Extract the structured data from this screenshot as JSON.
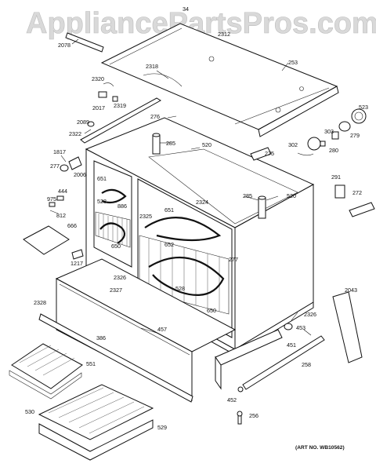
{
  "watermark": "AppliancePartsPros.com",
  "art_number": "(ART NO. WB10562)",
  "callouts": [
    {
      "key": "p2078",
      "text": "2078"
    },
    {
      "key": "p2312",
      "text": "2312"
    },
    {
      "key": "p34",
      "text": "34"
    },
    {
      "key": "p253",
      "text": "253"
    },
    {
      "key": "p2318",
      "text": "2318"
    },
    {
      "key": "p2320",
      "text": "2320"
    },
    {
      "key": "p2017",
      "text": "2017"
    },
    {
      "key": "p2319",
      "text": "2319"
    },
    {
      "key": "p276",
      "text": "276"
    },
    {
      "key": "p2089",
      "text": "2089"
    },
    {
      "key": "p2322",
      "text": "2322"
    },
    {
      "key": "p285a",
      "text": "285"
    },
    {
      "key": "p520a",
      "text": "520"
    },
    {
      "key": "p523",
      "text": "523"
    },
    {
      "key": "p303",
      "text": "303"
    },
    {
      "key": "p279",
      "text": "279"
    },
    {
      "key": "p302",
      "text": "302"
    },
    {
      "key": "p280",
      "text": "280"
    },
    {
      "key": "p275",
      "text": "275"
    },
    {
      "key": "p1817",
      "text": "1817"
    },
    {
      "key": "p277a",
      "text": "277"
    },
    {
      "key": "p2006",
      "text": "2006"
    },
    {
      "key": "p651a",
      "text": "651"
    },
    {
      "key": "p2324",
      "text": "2324"
    },
    {
      "key": "p285b",
      "text": "285"
    },
    {
      "key": "p520b",
      "text": "520"
    },
    {
      "key": "p291",
      "text": "291"
    },
    {
      "key": "p272",
      "text": "272"
    },
    {
      "key": "p444",
      "text": "444"
    },
    {
      "key": "p975",
      "text": "975"
    },
    {
      "key": "p812",
      "text": "812"
    },
    {
      "key": "p528a",
      "text": "528"
    },
    {
      "key": "p886",
      "text": "886"
    },
    {
      "key": "p2325",
      "text": "2325"
    },
    {
      "key": "p651b",
      "text": "651"
    },
    {
      "key": "p666",
      "text": "666"
    },
    {
      "key": "p650a",
      "text": "650"
    },
    {
      "key": "p652",
      "text": "652"
    },
    {
      "key": "p277b",
      "text": "277"
    },
    {
      "key": "p1217",
      "text": "1217"
    },
    {
      "key": "p2326a",
      "text": "2326"
    },
    {
      "key": "p2327",
      "text": "2327"
    },
    {
      "key": "p528b",
      "text": "528"
    },
    {
      "key": "p650b",
      "text": "650"
    },
    {
      "key": "p2043",
      "text": "2043"
    },
    {
      "key": "p2326b",
      "text": "2326"
    },
    {
      "key": "p2328",
      "text": "2328"
    },
    {
      "key": "p386",
      "text": "386"
    },
    {
      "key": "p457",
      "text": "457"
    },
    {
      "key": "p453",
      "text": "453"
    },
    {
      "key": "p451",
      "text": "451"
    },
    {
      "key": "p258",
      "text": "258"
    },
    {
      "key": "p551",
      "text": "551"
    },
    {
      "key": "p452",
      "text": "452"
    },
    {
      "key": "p256",
      "text": "256"
    },
    {
      "key": "p530",
      "text": "530"
    },
    {
      "key": "p529",
      "text": "529"
    }
  ]
}
